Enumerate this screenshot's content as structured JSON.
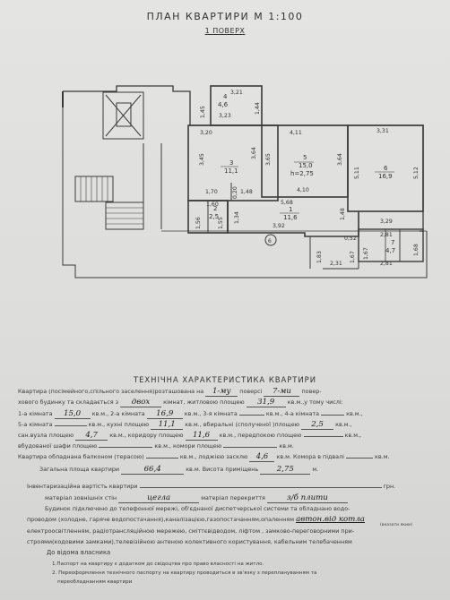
{
  "header": {
    "title": "ПЛАН КВАРТИРИ М 1:100",
    "floor": "1 ПОВЕРХ"
  },
  "plan": {
    "rooms": [
      {
        "num": "4",
        "area": "4,6"
      },
      {
        "num": "3",
        "area": "11,1"
      },
      {
        "num": "5",
        "area": "15,0",
        "height": "h=2,75"
      },
      {
        "num": "6",
        "area": "16,9"
      },
      {
        "num": "2",
        "area": "2,5"
      },
      {
        "num": "1",
        "area": "11,6"
      },
      {
        "num": "7",
        "area": "4,7"
      }
    ],
    "dims": [
      "3,21",
      "1,45",
      "1,44",
      "3,23",
      "3,20",
      "3,45",
      "3,64",
      "4,11",
      "3,65",
      "3,64",
      "3,31",
      "5,11",
      "5,12",
      "1,70",
      "0,20",
      "1,48",
      "4,10",
      "1,60",
      "1,56",
      "1,55",
      "1,34",
      "5,68",
      "1,48",
      "3,92",
      "3,29",
      "2,81",
      "0,52",
      "1,67",
      "1,68",
      "1,83",
      "2,31",
      "1,67",
      "2,81"
    ],
    "marker": "6"
  },
  "tech": {
    "title": "ТЕХНІЧНА ХАРАКТЕРИСТИКА КВАРТИРИ",
    "l1a": "Квартира (посімейного,спільного заселення)розташована на",
    "floor_val": "1-му",
    "l1b": "поверсі",
    "floors_total": "7-ми",
    "l1c": "повер-",
    "l2a": "хового будинку та складається з",
    "rooms_count": "двох",
    "l2b": "кімнат, житловою площею",
    "living_area": "31,9",
    "l2c": "кв.м.,у тому числі:",
    "l3a": "1-а кімната",
    "room1": "15,0",
    "l3b": "кв.м., 2-а кімната",
    "room2": "16,9",
    "l3c": "кв.м., 3-я кімната",
    "l3d": "кв.м., 4-а кімната",
    "l3e": "кв.м.,",
    "l4a": "5-а кімната",
    "l4b": "кв.м., кухні площею",
    "kitchen": "11,1",
    "l4c": "кв.м., вбиральні (сполученої )площею",
    "toilet": "2,5",
    "l4d": "кв.м.,",
    "l5a": "сан.вузла площею",
    "bath": "4,7",
    "l5b": "кв.м., коридору площею",
    "corridor": "11,6",
    "l5c": "кв.м., передпокою площею",
    "l5d": "кв.м.,",
    "l6a": "вбудованої шафи площею",
    "l6b": "кв.м., комори площею",
    "l6c": "кв.м.",
    "l7a": "Квартира обладнана балконом (терасою)",
    "l7b": "кв.м., лоджією засклю",
    "loggia": "4,6",
    "l7c": "кв.м. Комора в підвалі",
    "l7d": "кв.м.",
    "l8a": "Загальна площа квартири",
    "total_area": "66,4",
    "l8b": "кв.м. Висота приміщень",
    "height": "2,75",
    "l8c": "м.",
    "l9a": "Інвентаризаційна вартість квартири",
    "l9b": "грн.",
    "l10a": "матеріал зовнішніх стін",
    "walls": "цегла",
    "l10b": "матеріал перекриття",
    "ceiling": "з/б плити",
    "l11": "Будинок підключено до телефонної мережі, об'єднаної диспетчерської  системи та обладнано  водо-",
    "l12a": "проводом (холодне, гаряче водопостачання),каналізацією,газопостачанням,опаленням",
    "heating": "автон.від котла",
    "hint": "(вказати яким)",
    "l13": "електроосвітленням, радіотрансляційною мережею, сміттєвідводом, ліфтом , замково-переговорними при-",
    "l14": "строями(кодовими замками),телевізійною антеною колективного користування, кабельним телебаченням",
    "owner": "До відома власника",
    "note1": "1.Паспорт на квартиру є додатком до свідоцтва про право власності на житло.",
    "note2": "2. Переоформлення технічного паспорту на квартиру проводиться в зв'язку з переплануванням та",
    "note2b": "переобладнанням квартири"
  }
}
